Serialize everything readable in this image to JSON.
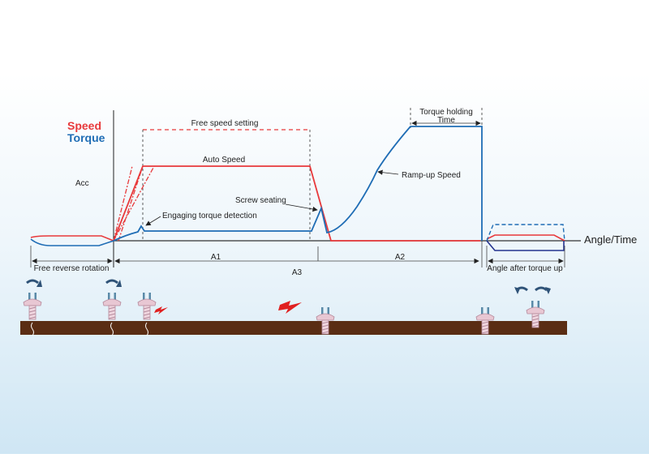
{
  "legend": {
    "speed": "Speed",
    "torque": "Torque"
  },
  "labels": {
    "acc": "Acc",
    "free_speed_setting": "Free speed setting",
    "auto_speed": "Auto Speed",
    "torque_holding_line1": "Torque holding",
    "torque_holding_line2": "Time",
    "ramp_up_speed": "Ramp-up Speed",
    "screw_seating": "Screw seating",
    "engaging_torque_detection": "Engaging torque detection",
    "axis": "Angle/Time",
    "free_reverse_rotation": "Free reverse rotation",
    "a1": "A1",
    "a2": "A2",
    "a3": "A3",
    "angle_after_torque_up": "Angle after torque up"
  },
  "colors": {
    "speed": "#e8393b",
    "torque": "#1f6db5",
    "torque_dark": "#25348f",
    "dim": "#444444",
    "wood": "#5a2d14",
    "screw_head": "#e8c7d3",
    "rotation_arrow": "#2f5378",
    "spark": "#e02020"
  },
  "icons": [
    "screw-reverse-icon",
    "screw-rotate-icon",
    "screw-engage-icon",
    "screw-seated-icon",
    "screw-tightened-icon",
    "screw-loosen-icon",
    "rotation-arrow-icon",
    "spark-icon"
  ]
}
